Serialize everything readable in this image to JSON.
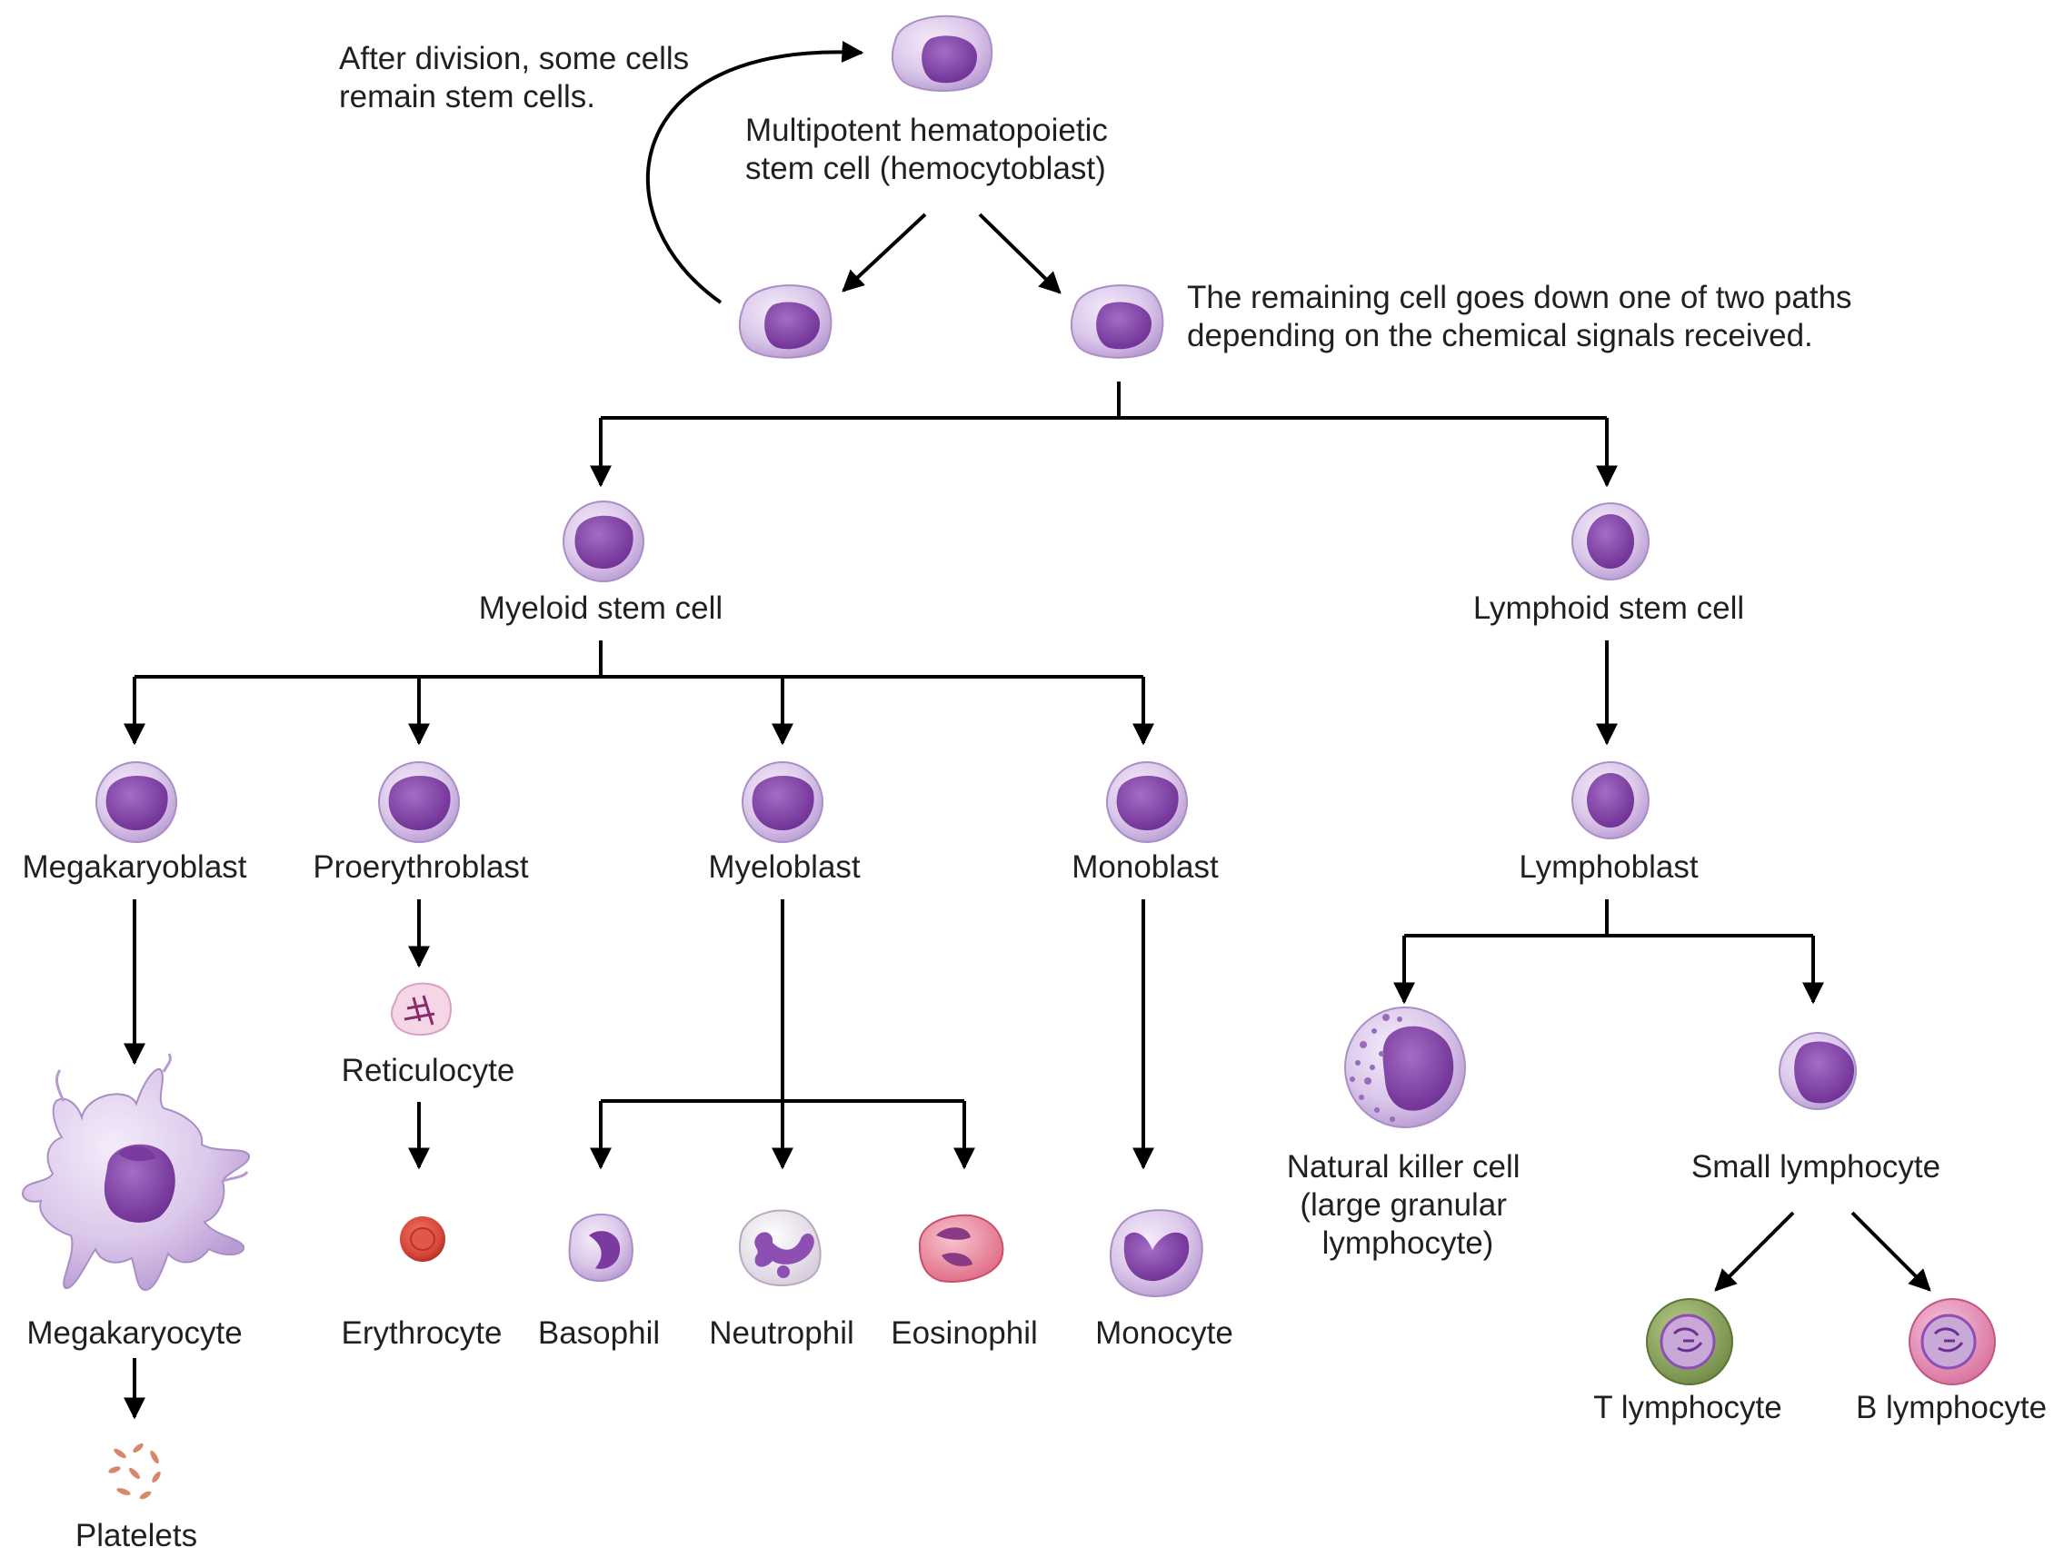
{
  "labels": {
    "division_note": [
      "After division, some cells",
      "remain stem cells."
    ],
    "hsc": [
      "Multipotent hematopoietic",
      "stem cell (hemocytoblast)"
    ],
    "paths_note": [
      "The remaining cell goes down one of two paths",
      "depending on the chemical signals received."
    ],
    "myeloid": "Myeloid stem cell",
    "lymphoid": "Lymphoid stem cell",
    "megakaryoblast": "Megakaryoblast",
    "proerythroblast": "Proerythroblast",
    "myeloblast": "Myeloblast",
    "monoblast": "Monoblast",
    "lymphoblast": "Lymphoblast",
    "reticulocyte": "Reticulocyte",
    "megakaryocyte": "Megakaryocyte",
    "erythrocyte": "Erythrocyte",
    "basophil": "Basophil",
    "neutrophil": "Neutrophil",
    "eosinophil": "Eosinophil",
    "monocyte": "Monocyte",
    "nk_cell": [
      "Natural killer cell",
      "(large granular",
      "lymphocyte)"
    ],
    "small_lymphocyte": "Small lymphocyte",
    "t_lymphocyte": "T lymphocyte",
    "b_lymphocyte": "B lymphocyte",
    "platelets": "Platelets"
  },
  "colors": {
    "cytoplasm": "#dcc8ea",
    "cytoplasm_edge": "#a98fc6",
    "nucleus": "#8e4fb2",
    "nucleus_dark": "#6d2f93",
    "erythrocyte": "#d8463a",
    "eosinophil": "#e7758e",
    "t_cell": "#8aa35c",
    "b_cell": "#e58bb5",
    "platelet": "#d9876a",
    "arrow": "#000000",
    "text": "#231f20"
  }
}
